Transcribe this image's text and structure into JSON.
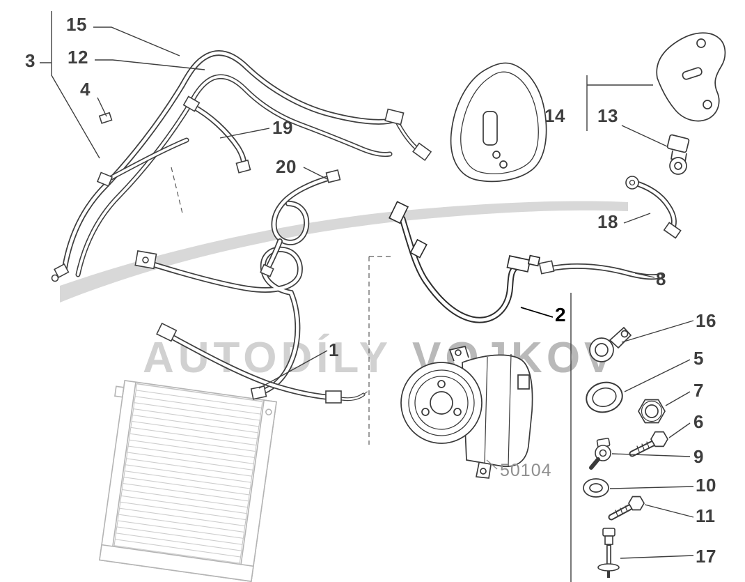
{
  "watermark": {
    "left": "AUTODÍLY",
    "right": "VOJKOV"
  },
  "part_reference": {
    "text": "50104"
  },
  "colors": {
    "line": "#3a3a3a",
    "label": "#3e3e3e",
    "highlight": "#000000",
    "muted": "#8f8f8f",
    "watermark": "#c7c7c7"
  },
  "callouts": [
    {
      "id": "15",
      "text": "15"
    },
    {
      "id": "12",
      "text": "12"
    },
    {
      "id": "3",
      "text": "3"
    },
    {
      "id": "4",
      "text": "4"
    },
    {
      "id": "19",
      "text": "19"
    },
    {
      "id": "20",
      "text": "20"
    },
    {
      "id": "14",
      "text": "14"
    },
    {
      "id": "13",
      "text": "13"
    },
    {
      "id": "18",
      "text": "18"
    },
    {
      "id": "8",
      "text": "8"
    },
    {
      "id": "2",
      "text": "2"
    },
    {
      "id": "16",
      "text": "16"
    },
    {
      "id": "5",
      "text": "5"
    },
    {
      "id": "7",
      "text": "7"
    },
    {
      "id": "6",
      "text": "6"
    },
    {
      "id": "9",
      "text": "9"
    },
    {
      "id": "10",
      "text": "10"
    },
    {
      "id": "11",
      "text": "11"
    },
    {
      "id": "1",
      "text": "1"
    },
    {
      "id": "17",
      "text": "17"
    }
  ]
}
